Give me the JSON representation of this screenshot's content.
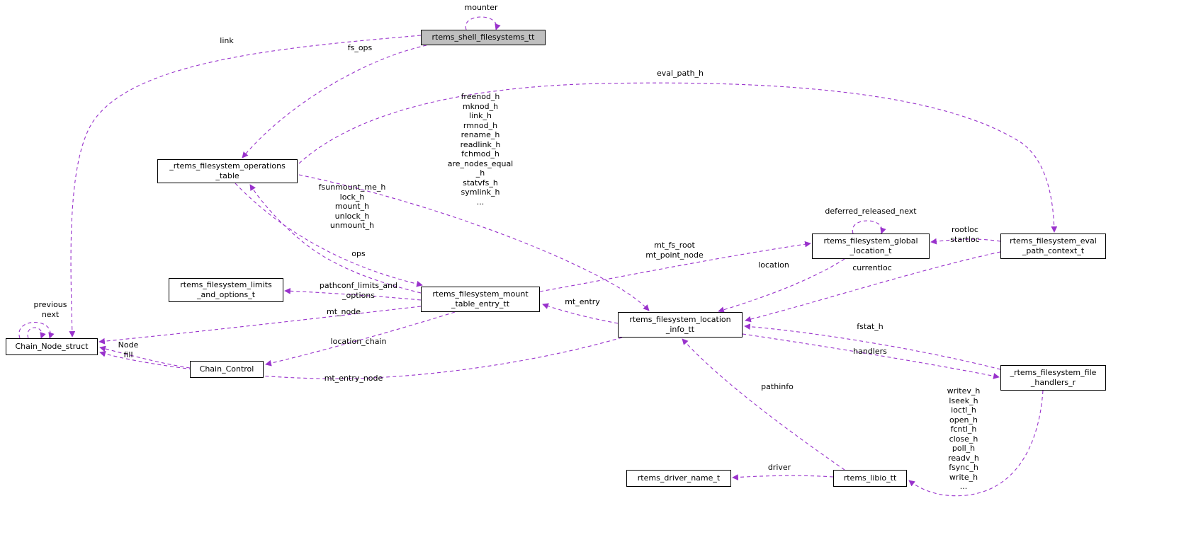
{
  "diagram": {
    "colors": {
      "edge": "#9932cc",
      "node_border": "#000000",
      "node_fill": "#ffffff",
      "highlight_fill": "#bfbfbf"
    },
    "nodes": {
      "shell_filesystems": {
        "label": "rtems_shell_filesystems_tt"
      },
      "operations_table": {
        "label": "_rtems_filesystem_operations\n_table"
      },
      "limits_and_options": {
        "label": "rtems_filesystem_limits\n_and_options_t"
      },
      "chain_node": {
        "label": "Chain_Node_struct"
      },
      "chain_control": {
        "label": "Chain_Control"
      },
      "mount_table_entry": {
        "label": "rtems_filesystem_mount\n_table_entry_tt"
      },
      "location_info": {
        "label": "rtems_filesystem_location\n_info_tt"
      },
      "global_location": {
        "label": "rtems_filesystem_global\n_location_t"
      },
      "eval_path_context": {
        "label": "rtems_filesystem_eval\n_path_context_t"
      },
      "file_handlers": {
        "label": "_rtems_filesystem_file\n_handlers_r"
      },
      "driver_name": {
        "label": "rtems_driver_name_t"
      },
      "libio": {
        "label": "rtems_libio_tt"
      }
    },
    "edge_labels": {
      "mounter": "mounter",
      "link": "link",
      "fs_ops": "fs_ops",
      "eval_path_h": "eval_path_h",
      "ops_to_location": "freenod_h\nmknod_h\nlink_h\nrmnod_h\nrename_h\nreadlink_h\nfchmod_h\nare_nodes_equal\n_h\nstatvfs_h\nsymlink_h\n...",
      "ops_to_mount": "fsunmount_me_h\nlock_h\nmount_h\nunlock_h\nunmount_h",
      "ops": "ops",
      "mt_roots": "mt_fs_root\nmt_point_node",
      "deferred_released_next": "deferred_released_next",
      "rootloc_startloc": "rootloc\nstartloc",
      "location": "location",
      "currentloc": "currentloc",
      "mt_entry": "mt_entry",
      "pathconf": "pathconf_limits_and\n_options",
      "mt_node": "mt_node",
      "previous_next": "previous\nnext",
      "node_fill": "Node\nfill",
      "location_chain": "location_chain",
      "mt_entry_node": "mt_entry_node",
      "fstat_h": "fstat_h",
      "handlers": "handlers",
      "pathinfo": "pathinfo",
      "handlers_to_libio": "writev_h\nlseek_h\nioctl_h\nopen_h\nfcntl_h\nclose_h\npoll_h\nreadv_h\nfsync_h\nwrite_h\n...",
      "driver": "driver"
    }
  }
}
